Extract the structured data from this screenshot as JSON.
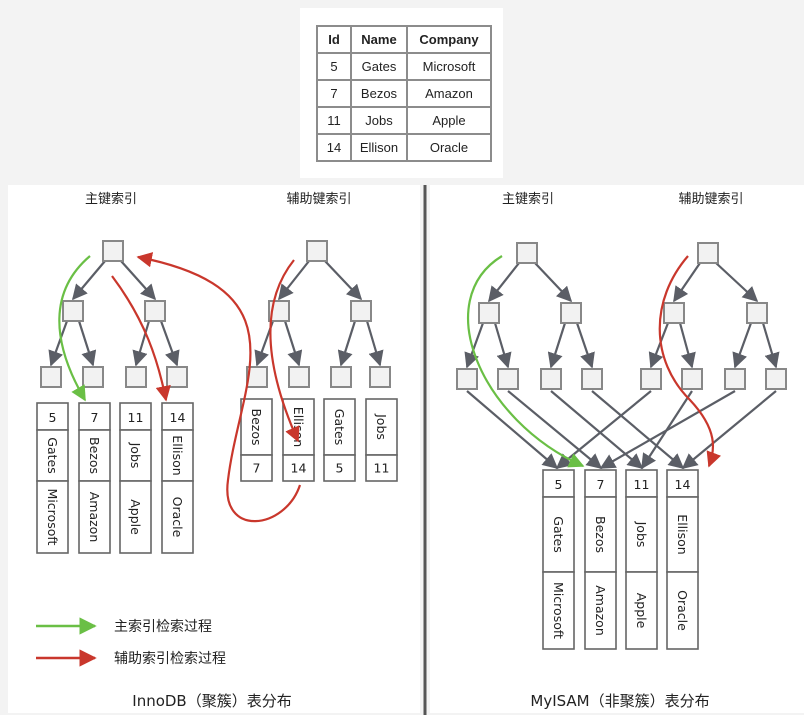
{
  "table": {
    "headers": [
      "Id",
      "Name",
      "Company"
    ],
    "rows": [
      [
        "5",
        "Gates",
        "Microsoft"
      ],
      [
        "7",
        "Bezos",
        "Amazon"
      ],
      [
        "11",
        "Jobs",
        "Apple"
      ],
      [
        "14",
        "Ellison",
        "Oracle"
      ]
    ]
  },
  "labels": {
    "innodb_primary": "主键索引",
    "innodb_secondary": "辅助键索引",
    "myisam_primary": "主键索引",
    "myisam_secondary": "辅助键索引",
    "innodb_caption": "InnoDB（聚簇）表分布",
    "myisam_caption": "MyISAM（非聚簇）表分布"
  },
  "legend": {
    "primary": "主索引检索过程",
    "secondary": "辅助索引检索过程"
  },
  "colors": {
    "primary_path": "#6abf45",
    "secondary_path": "#c9372c",
    "tree_line": "#5b5e66",
    "divider": "#555555"
  },
  "innodb_records": [
    {
      "id": "5",
      "name": "Gates",
      "company": "Microsoft"
    },
    {
      "id": "7",
      "name": "Bezos",
      "company": "Amazon"
    },
    {
      "id": "11",
      "name": "Jobs",
      "company": "Apple"
    },
    {
      "id": "14",
      "name": "Ellison",
      "company": "Oracle"
    }
  ],
  "secondary_leaves": [
    {
      "name": "Bezos",
      "id": "7"
    },
    {
      "name": "Ellison",
      "id": "14"
    },
    {
      "name": "Gates",
      "id": "5"
    },
    {
      "name": "Jobs",
      "id": "11"
    }
  ],
  "myisam_records": [
    {
      "id": "5",
      "name": "Gates",
      "company": "Microsoft"
    },
    {
      "id": "7",
      "name": "Bezos",
      "company": "Amazon"
    },
    {
      "id": "11",
      "name": "Jobs",
      "company": "Apple"
    },
    {
      "id": "14",
      "name": "Ellison",
      "company": "Oracle"
    }
  ]
}
